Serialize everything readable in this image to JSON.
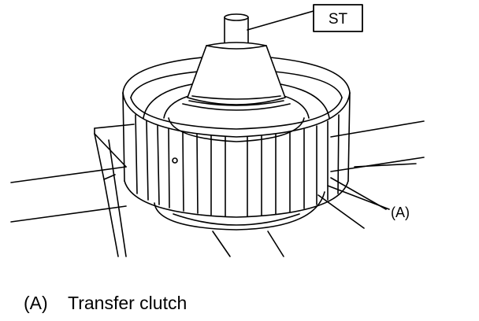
{
  "callouts": {
    "special_tool": "ST",
    "part_a": "(A)"
  },
  "caption": {
    "key": "(A)",
    "text": "Transfer clutch"
  },
  "colors": {
    "ink": "#000000",
    "paper": "#ffffff"
  }
}
